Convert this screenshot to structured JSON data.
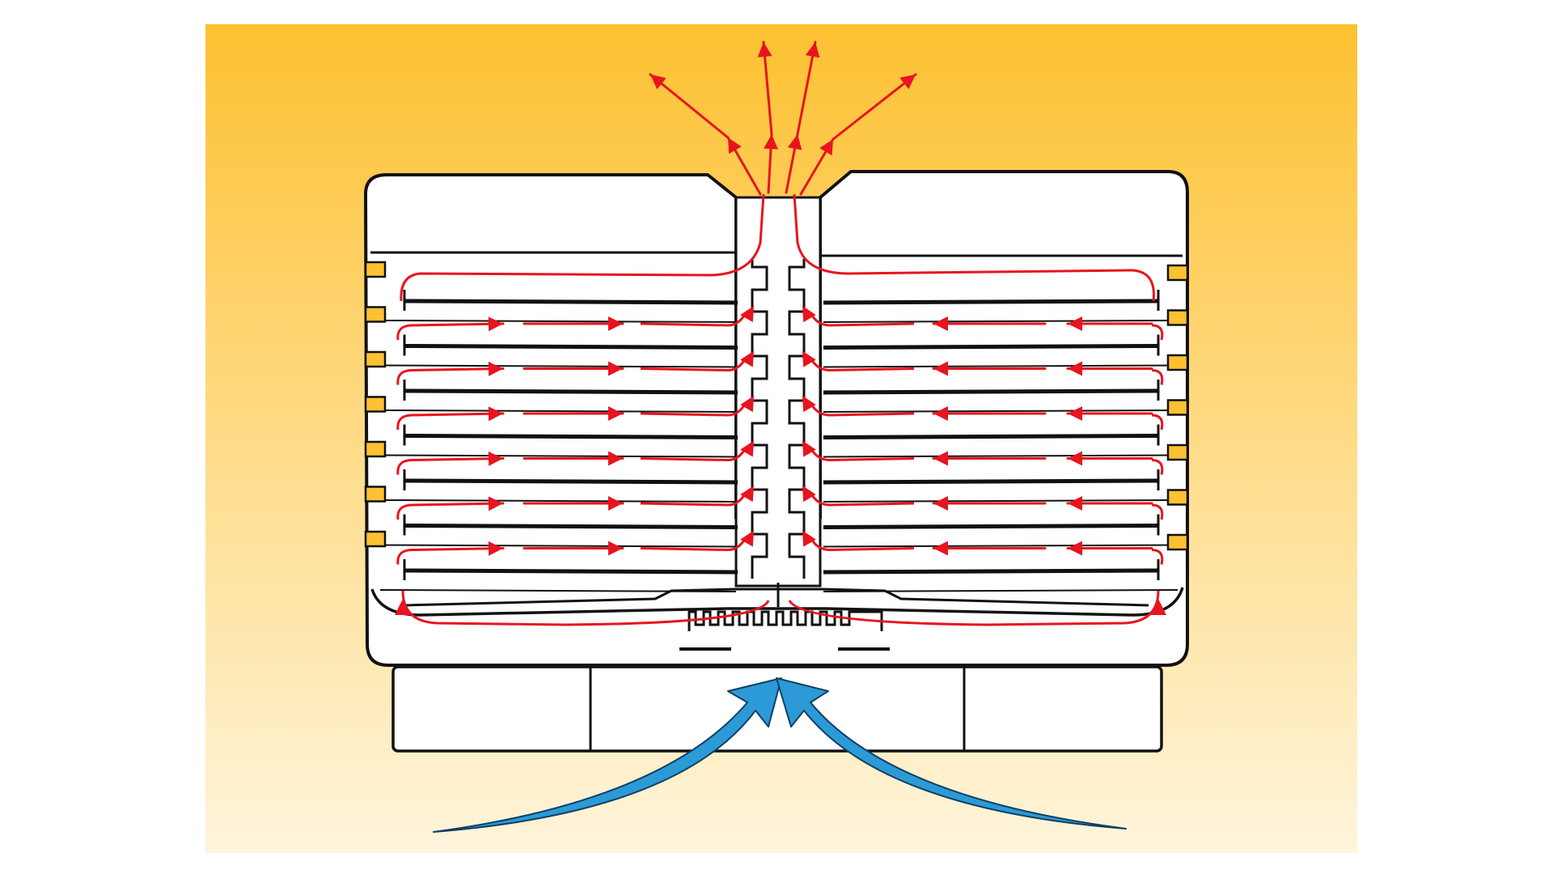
{
  "colors": {
    "page_background": "#ffffff",
    "panel_top": "#fdc131",
    "panel_bottom": "#fff5dc",
    "outline": "#111111",
    "unit_fill": "#ffffff",
    "hot_air": "#e8141f",
    "cool_air": "#2b9ad6",
    "cool_air_edge": "#0f3f63"
  },
  "icons": {
    "hot_air": "red-airflow-arrow-icon",
    "cool_air": "blue-intake-arrow-icon"
  },
  "diagram": {
    "fin_rows_per_side": 7,
    "vent_slots_per_side": 7,
    "exhaust_arrows": 8,
    "intake_arrows": 2
  }
}
